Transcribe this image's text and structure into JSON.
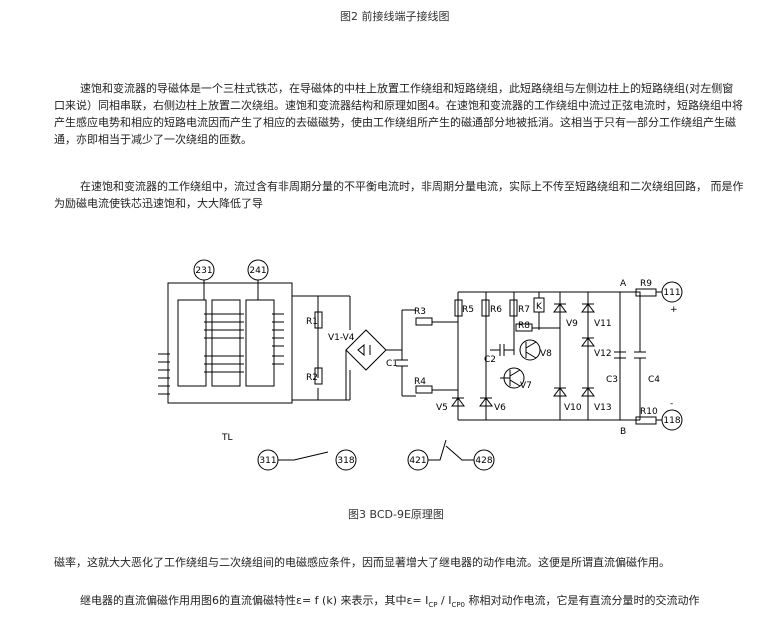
{
  "fig2_caption": "图2   前接线端子接线图",
  "para1": "速饱和变流器的导磁体是一个三柱式铁芯，在导磁体的中柱上放置工作绕组和短路绕组，此短路绕组与左侧边柱上的短路绕组(对左侧窗口来说）同相串联，右侧边柱上放置二次绕组。速饱和变流器结构和原理如图4。在速饱和变流器的工作绕组中流过正弦电流时，短路绕组中将产生感应电势和相应的短路电流因而产生了相应的去磁磁势，使由工作绕组所产生的磁通部分地被抵消。这相当于只有一部分工作绕组产生磁通，亦即相当于减少了一次绕组的匝数。",
  "para2": "在速饱和变流器的工作绕组中，流过含有非周期分量的不平衡电流时，非周期分量电流，实际上不传至短路绕组和二次绕组回路，  而是作为励磁电流使铁芯迅速饱和，大大降低了导",
  "circuit": {
    "terminals": [
      "231",
      "241",
      "111",
      "118",
      "311",
      "318",
      "421",
      "428"
    ],
    "core_label": "TL",
    "components": [
      "R1",
      "R2",
      "V1-V4",
      "C1",
      "R3",
      "R4",
      "V5",
      "V6",
      "R5",
      "R6",
      "R7",
      "K",
      "R8",
      "C2",
      "V7",
      "V8",
      "V9",
      "V10",
      "V11",
      "V12",
      "V13",
      "C3",
      "C4",
      "R9",
      "R10",
      "A",
      "B",
      "+",
      "-"
    ]
  },
  "fig3_caption": "图3    BCD-9E原理图",
  "para3": "磁率，这就大大恶化了工作绕组与二次绕组间的电磁感应条件，因而显著增大了继电器的动作电流。这便是所谓直流偏磁作用。",
  "para4": {
    "before": "继电器的直流偏磁作用用图6的直流偏磁特性",
    "eq": "ε= f (k) 来表示，其中ε= I",
    "sub1": "CP",
    "mid": " / I",
    "sub2": "CP0",
    "after": " 称相对动作电流，它是有直流分量时的交流动作"
  }
}
